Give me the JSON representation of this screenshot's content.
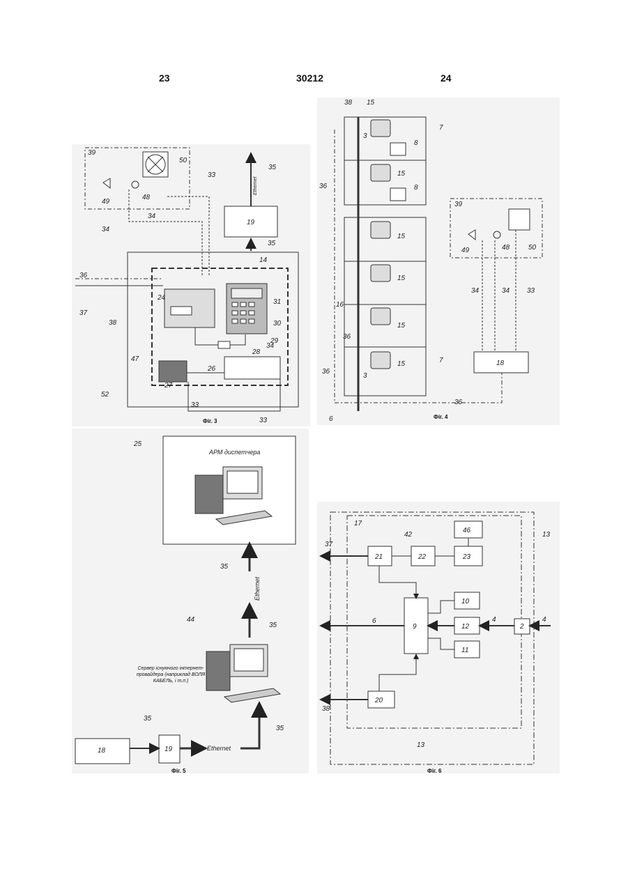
{
  "header": {
    "left_page": "23",
    "patent_number": "30212",
    "right_page": "24"
  },
  "fig3": {
    "caption": "Фіг. 3",
    "labels": {
      "n39": "39",
      "n50": "50",
      "n35": "35",
      "n33": "33",
      "n49": "49",
      "n48": "48",
      "n34": "34",
      "n19": "19",
      "n14": "14",
      "n36": "36",
      "n37": "37",
      "n38": "38",
      "n24": "24",
      "n31": "31",
      "n30": "30",
      "n29": "29",
      "n28": "28",
      "n47": "47",
      "n26": "26",
      "n27": "27",
      "n52": "52",
      "n33b": "33",
      "n33c": "33",
      "n34b": "34",
      "n34c": "34",
      "n35b": "35"
    },
    "ethernet": "Ethernet"
  },
  "fig4": {
    "caption": "Фіг. 4",
    "labels": {
      "n38": "38",
      "n15": "15",
      "n7": "7",
      "n3": "3",
      "n8": "8",
      "n36": "36",
      "n8b": "8",
      "n15b": "15",
      "n39": "39",
      "n49": "49",
      "n48": "48",
      "n50": "50",
      "n15c": "15",
      "n16": "16",
      "n15d": "15",
      "n34": "34",
      "n34b": "34",
      "n33": "33",
      "n15e": "15",
      "n36b": "36",
      "n18": "18",
      "n36c": "36",
      "n3b": "3",
      "n7b": "7",
      "n6": "6",
      "n36d": "36",
      "n15f": "15"
    }
  },
  "fig5": {
    "caption": "Фіг. 5",
    "arm_title": "АРМ диспетчера",
    "server_caption": "Сервер існуючого інтернет-провайдера (наприклад ВОЛЯ КАБЕЛЬ, і т.п.)",
    "ethernet_vertical": "Ethernet",
    "ethernet_horizontal": "Ethernet",
    "labels": {
      "n25": "25",
      "n35a": "35",
      "n35b": "35",
      "n44": "44",
      "n35c": "35",
      "n35d": "35",
      "n18": "18",
      "n19": "19"
    }
  },
  "fig6": {
    "caption": "Фіг. 6",
    "labels": {
      "n17": "17",
      "n13": "13",
      "n37": "37",
      "n42": "42",
      "n46": "46",
      "n21": "21",
      "n22": "22",
      "n23": "23",
      "n10": "10",
      "n6": "6",
      "n9": "9",
      "n12": "12",
      "n4a": "4",
      "n4b": "4",
      "n2": "2",
      "n11": "11",
      "n38": "38",
      "n20": "20",
      "n13b": "13"
    }
  }
}
